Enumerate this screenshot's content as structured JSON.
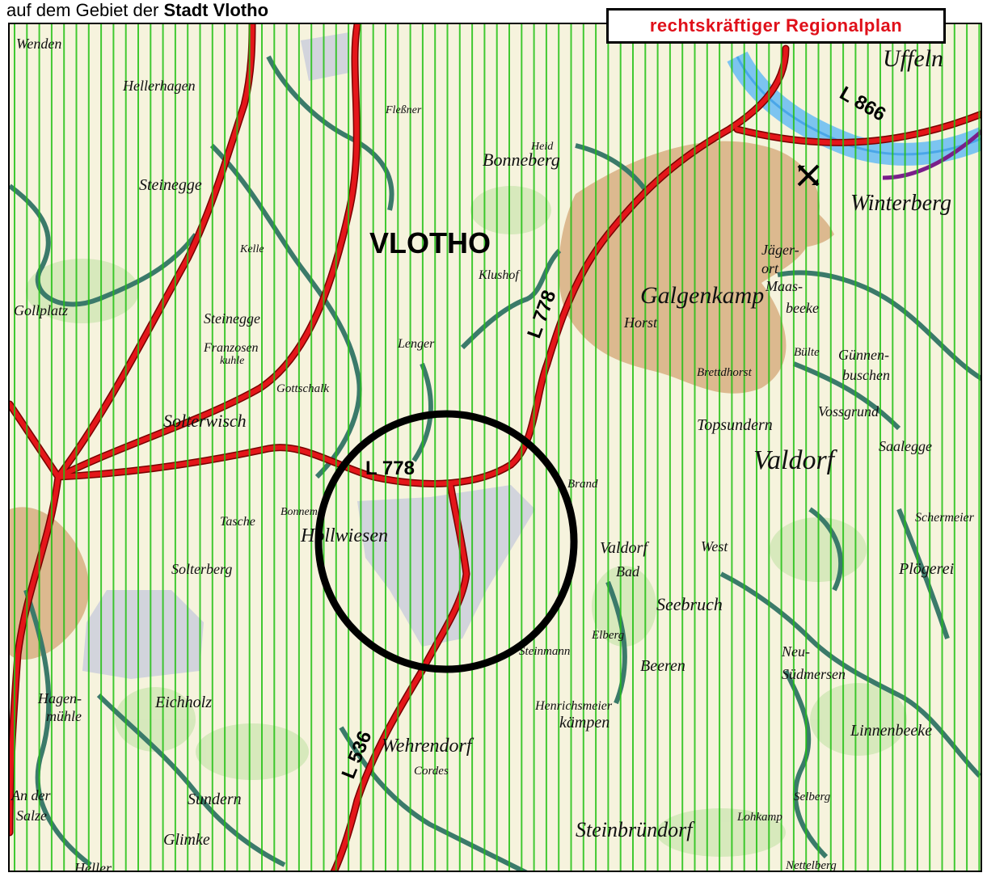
{
  "caption": {
    "prefix": "auf dem Gebiet der",
    "name": "Stadt Vlotho"
  },
  "status_label": "rechtskräftiger Regionalplan",
  "colors": {
    "hatch": "#22c214",
    "road": "#e4161a",
    "road_edge": "#7a0000",
    "boundary": "#3b7a6a",
    "settlement": "#dcb98f",
    "industry": "#d2d4dc",
    "forest": "#cfe6b4",
    "river": "#4aa6e8",
    "marker": "#000000"
  },
  "road_labels": {
    "l778_main": "L 778",
    "l778_north": "L 778",
    "l866": "L 866",
    "l536": "L 536"
  },
  "town_label": "VLOTHO",
  "place_names": [
    "Wenden",
    "Hellerhagen",
    "Steinegge",
    "Bonneberg",
    "VLOTHO",
    "Uffeln",
    "Winterberg",
    "Galgenkamp",
    "Horst",
    "Maas-",
    "beeke",
    "Gollplatz",
    "Steinegge",
    "Franzosen",
    "kuhle",
    "Lenger",
    "Klushof",
    "Solterwisch",
    "Gottschalk",
    "Topsundern",
    "Valdorf",
    "Saalegge",
    "Brand",
    "Hollwiesen",
    "Bonneme",
    "Tasche",
    "Solterberg",
    "Valdorf",
    "Bad",
    "West",
    "Seebruch",
    "Schermeier",
    "Plögerei",
    "Beeren",
    "Neu-",
    "Südmersen",
    "Hagen-",
    "mühle",
    "Eichholz",
    "Henrichsmeier",
    "kämpen",
    "Wehrendorf",
    "Cordes",
    "Sundern",
    "An der",
    "Salze",
    "Glimke",
    "Linnenbeeke",
    "Selberg",
    "Lohkamp",
    "Steinbründorf",
    "Nettelberg",
    "Heller",
    "Brettdhorst",
    "Günnen-",
    "buschen",
    "Bülte",
    "Vossgrund",
    "Jäger-",
    "ort",
    "Steinmann",
    "Elberg",
    "Kelle",
    "Heid",
    "Fleßner"
  ]
}
